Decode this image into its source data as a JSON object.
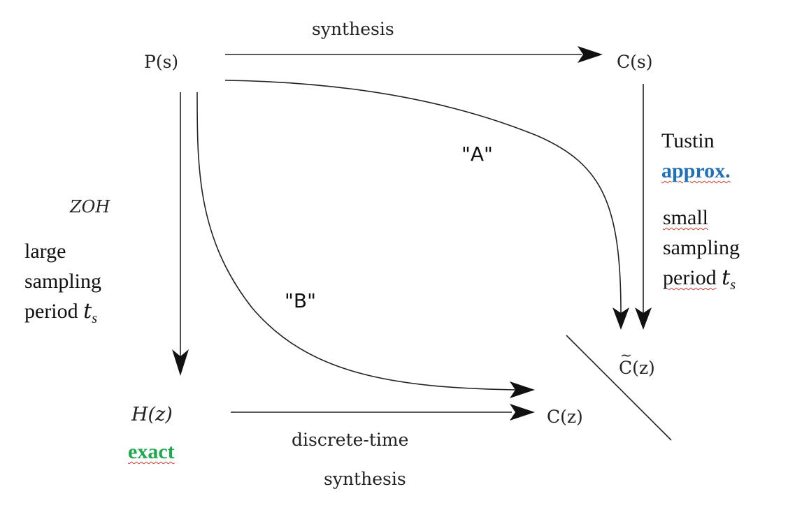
{
  "nodes": {
    "P": "P(s)",
    "C": "C(s)",
    "H": "H(z)",
    "Cz": "C(z)",
    "Ctilde": "C(z)"
  },
  "edges": {
    "synthesis": "synthesis",
    "zoh": "ZOH",
    "tustin": "Tustin",
    "discrete_line1": "discrete-time",
    "discrete_line2": "synthesis"
  },
  "paths": {
    "A": "\"A\"",
    "B": "\"B\""
  },
  "notes": {
    "left_lines": [
      "large",
      "sampling",
      "period"
    ],
    "right_lines": [
      "small",
      "sampling",
      "period"
    ],
    "ts_symbol": "t",
    "ts_subscript": "s",
    "approx": "approx.",
    "exact": "exact"
  },
  "colors": {
    "approx": "#1f6fb9",
    "exact": "#20a850",
    "line": "#222222",
    "squiggle": "#d33a2c"
  }
}
